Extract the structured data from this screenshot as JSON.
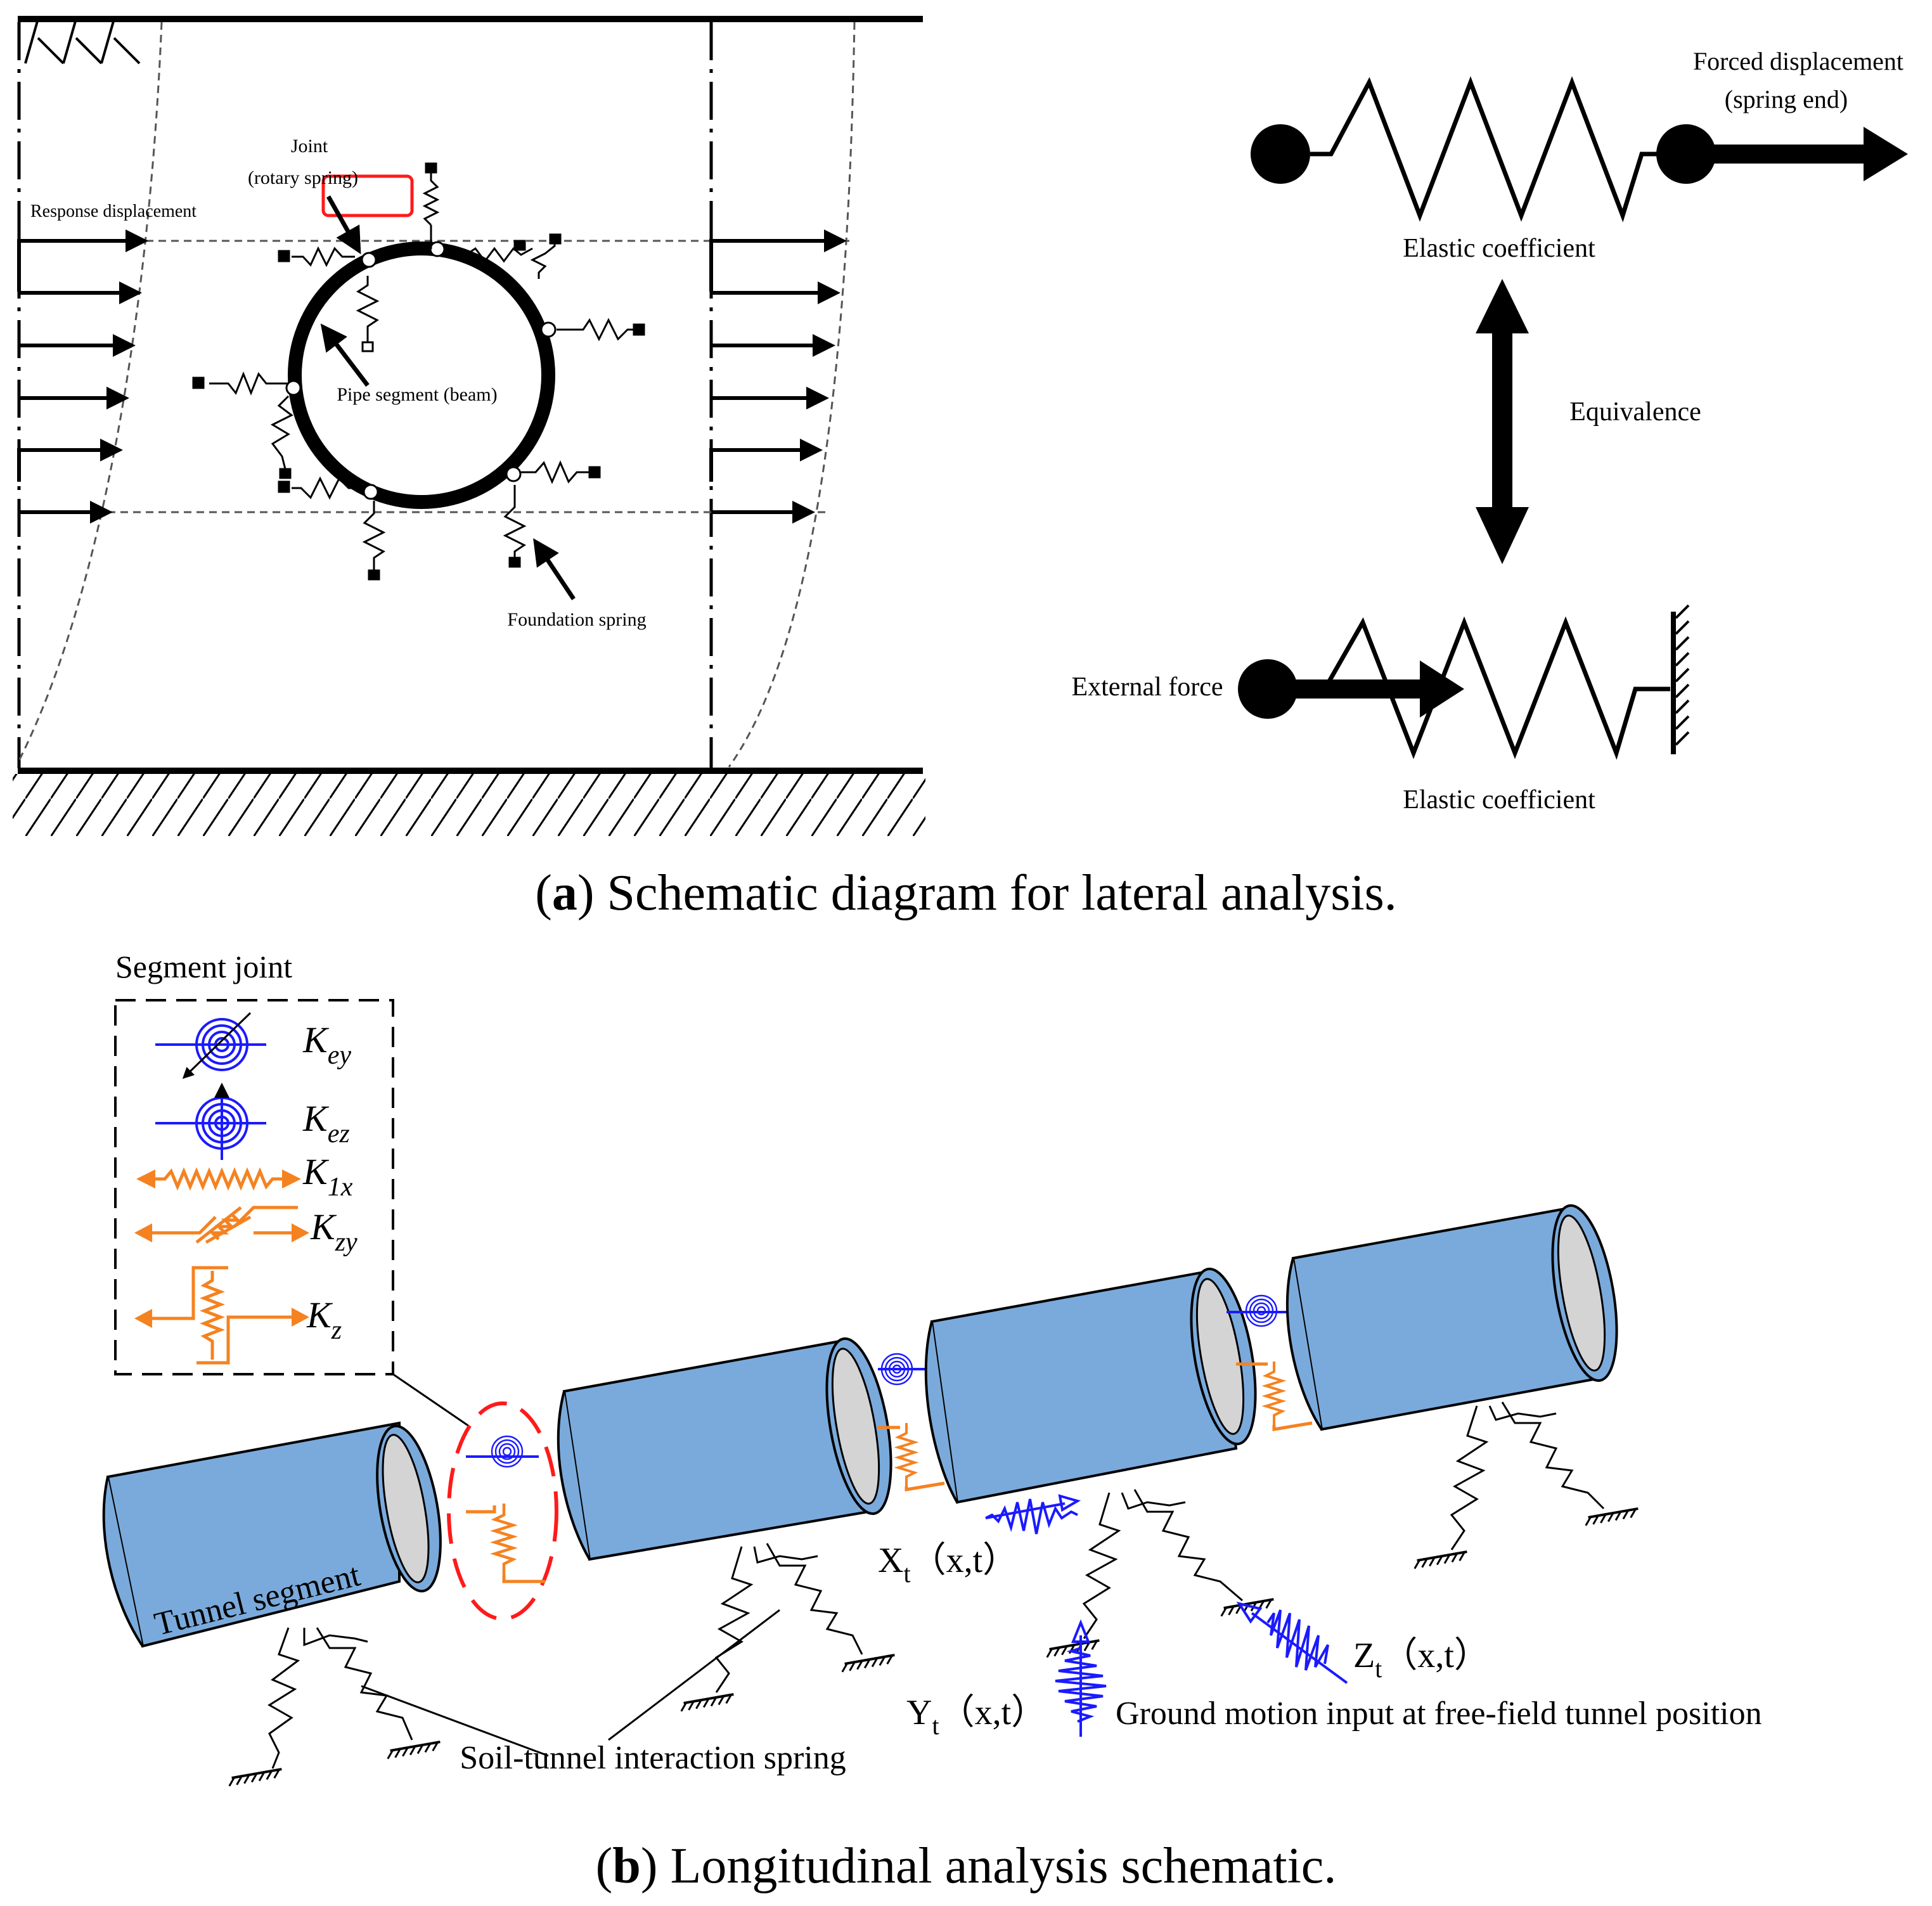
{
  "panel_a": {
    "labels": {
      "joint": "Joint",
      "rotary_spring": "(rotary spring)",
      "response_displacement": "Response displacement",
      "pipe_segment": "Pipe segment (beam)",
      "foundation_spring": "Foundation spring",
      "forced_displacement": "Forced displacement",
      "spring_end": "(spring end)",
      "elastic_coefficient_top": "Elastic coefficient",
      "equivalence": "Equivalence",
      "external_force": "External force",
      "elastic_coefficient_bottom": "Elastic coefficient"
    },
    "caption_letter": "a",
    "caption_text": " Schematic diagram for lateral analysis."
  },
  "panel_b": {
    "segment_joint_title": "Segment joint",
    "legend": [
      {
        "main": "K",
        "sub": "ey",
        "color": "#1a1aff"
      },
      {
        "main": "K",
        "sub": "ez",
        "color": "#1a1aff"
      },
      {
        "main": "K",
        "sub": "1x",
        "color": "#f58220"
      },
      {
        "main": "K",
        "sub": "zy",
        "color": "#f58220"
      },
      {
        "main": "K",
        "sub": "z",
        "color": "#f58220"
      }
    ],
    "labels": {
      "tunnel_segment": "Tunnel segment",
      "soil_tunnel_spring": "Soil-tunnel interaction spring",
      "xt_main": "X",
      "xt_sub": "t",
      "xt_args": "（x,t）",
      "yt_main": "Y",
      "yt_sub": "t",
      "yt_args": "（x,t）",
      "zt_main": "Z",
      "zt_sub": "t",
      "zt_args": "（x,t）",
      "ground_motion": "Ground motion input at free-field tunnel position"
    },
    "caption_letter": "b",
    "caption_text": " Longitudinal analysis schematic."
  },
  "colors": {
    "tunnel_fill": "#7aaadb",
    "tunnel_end": "#d4d4d4",
    "blue_spring": "#1a1aff",
    "orange_spring": "#f58220",
    "highlight_red": "#ff1a1a"
  }
}
